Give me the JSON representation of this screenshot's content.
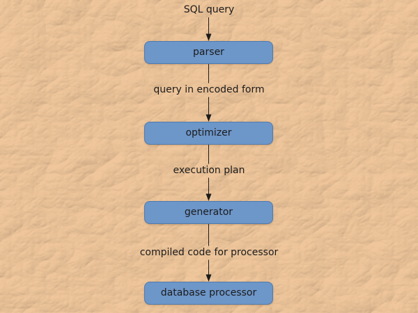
{
  "diagram": {
    "type": "flowchart",
    "start_label": "SQL query",
    "nodes": [
      {
        "id": "parser",
        "label": "parser"
      },
      {
        "id": "optimizer",
        "label": "optimizer"
      },
      {
        "id": "generator",
        "label": "generator"
      },
      {
        "id": "database-processor",
        "label": "database processor"
      }
    ],
    "edges": [
      {
        "from": "SQL query",
        "to": "parser"
      },
      {
        "from": "parser",
        "to": "optimizer",
        "label": "query in encoded form"
      },
      {
        "from": "optimizer",
        "to": "generator",
        "label": "execution plan"
      },
      {
        "from": "generator",
        "to": "database processor",
        "label": "compiled code for processor"
      }
    ],
    "colors": {
      "background_base": "#f0c79c",
      "node_fill": "#6d96c9",
      "node_border": "#4e7bae",
      "text": "#1b1b1b",
      "arrow": "#1b1b1b"
    }
  }
}
